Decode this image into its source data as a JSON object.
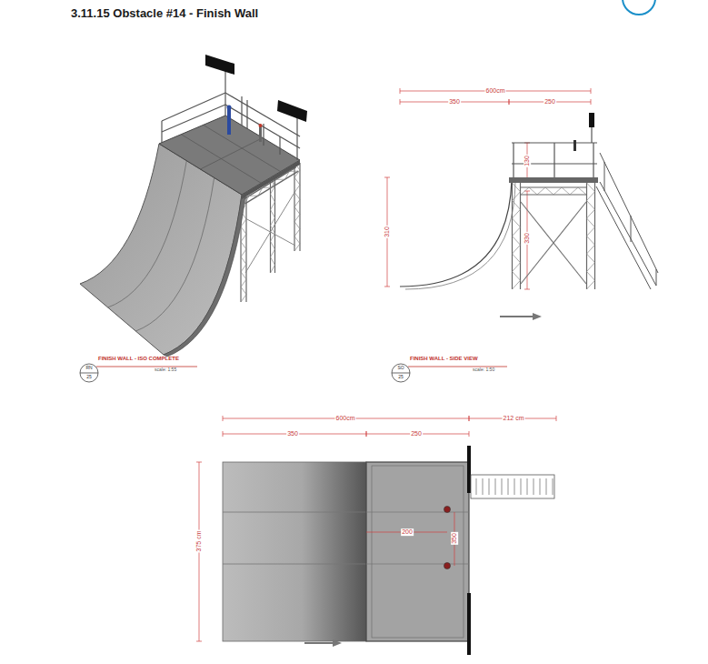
{
  "diagram": {
    "title": "3.11.15 Obstacle #14 - Finish Wall",
    "labels": [
      "600cm",
      "350",
      "250",
      "310",
      "130",
      "330",
      "FINISH WALL - ISO COMPLETE",
      "RN",
      "25",
      "scale: 1:55",
      "FINISH WALL - SIDE VIEW",
      "SO",
      "25",
      "scale: 1:50",
      "600cm",
      "212 cm",
      "350",
      "250",
      "375 cm",
      "200",
      "350"
    ]
  }
}
